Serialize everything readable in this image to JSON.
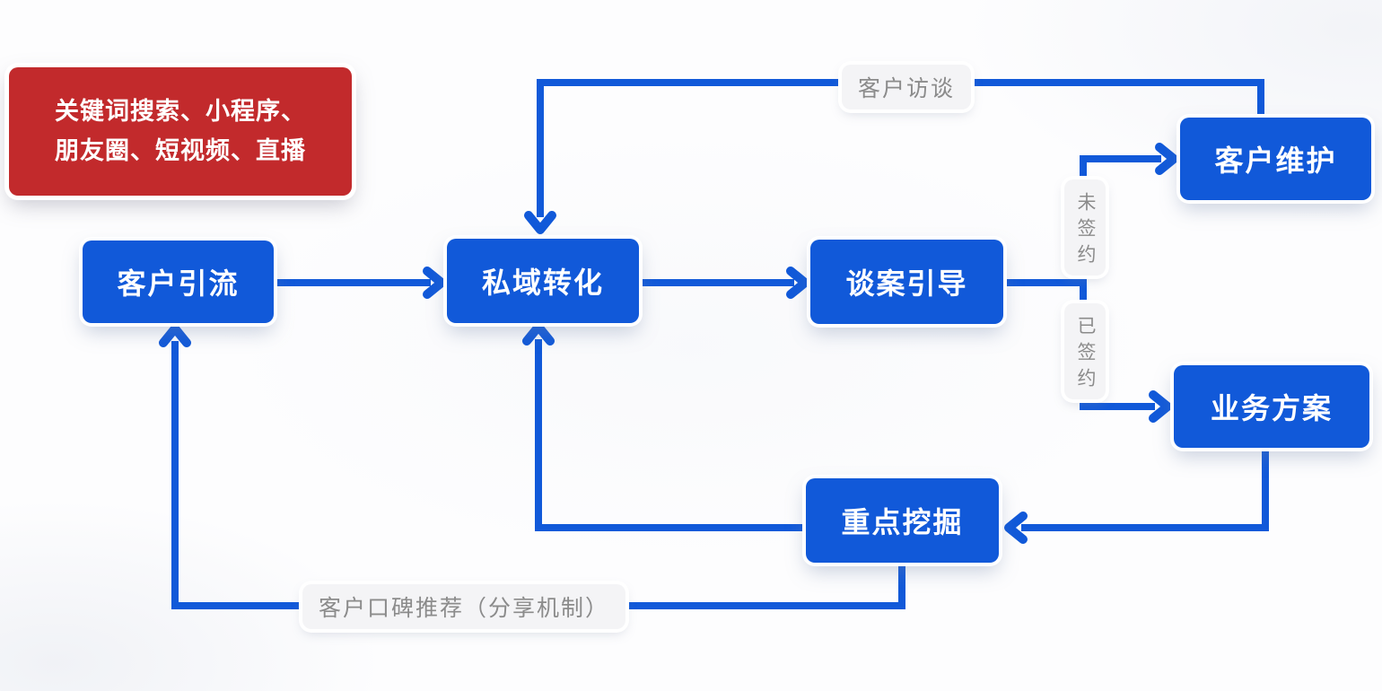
{
  "colors": {
    "node_blue": "#1159d9",
    "alert_red": "#c22a2c",
    "node_text": "#ffffff",
    "edge_line": "#1159d9",
    "label_text": "#8b8b8b",
    "label_bg": "#f4f4f6"
  },
  "callout": {
    "lines": [
      "关键词搜索、小程序、",
      "朋友圈、短视频、直播"
    ]
  },
  "nodes": {
    "acquisition": {
      "label": "客户引流"
    },
    "conversion": {
      "label": "私域转化"
    },
    "guidance": {
      "label": "谈案引导"
    },
    "maintenance": {
      "label": "客户维护"
    },
    "proposal": {
      "label": "业务方案"
    },
    "mining": {
      "label": "重点挖掘"
    }
  },
  "edges": {
    "acquisition_to_conversion": {
      "from": "客户引流",
      "to": "私域转化",
      "label": ""
    },
    "conversion_to_guidance": {
      "from": "私域转化",
      "to": "谈案引导",
      "label": ""
    },
    "guidance_to_maintenance": {
      "from": "谈案引导",
      "to": "客户维护",
      "label": "未签约"
    },
    "guidance_to_proposal": {
      "from": "谈案引导",
      "to": "业务方案",
      "label": "已签约"
    },
    "maintenance_to_conversion": {
      "from": "客户维护",
      "to": "私域转化",
      "label": "客户访谈"
    },
    "proposal_to_mining": {
      "from": "业务方案",
      "to": "重点挖掘",
      "label": ""
    },
    "mining_to_conversion": {
      "from": "重点挖掘",
      "to": "私域转化",
      "label": ""
    },
    "mining_to_acquisition": {
      "from": "重点挖掘",
      "to": "客户引流",
      "label": "客户口碑推荐（分享机制）"
    }
  }
}
